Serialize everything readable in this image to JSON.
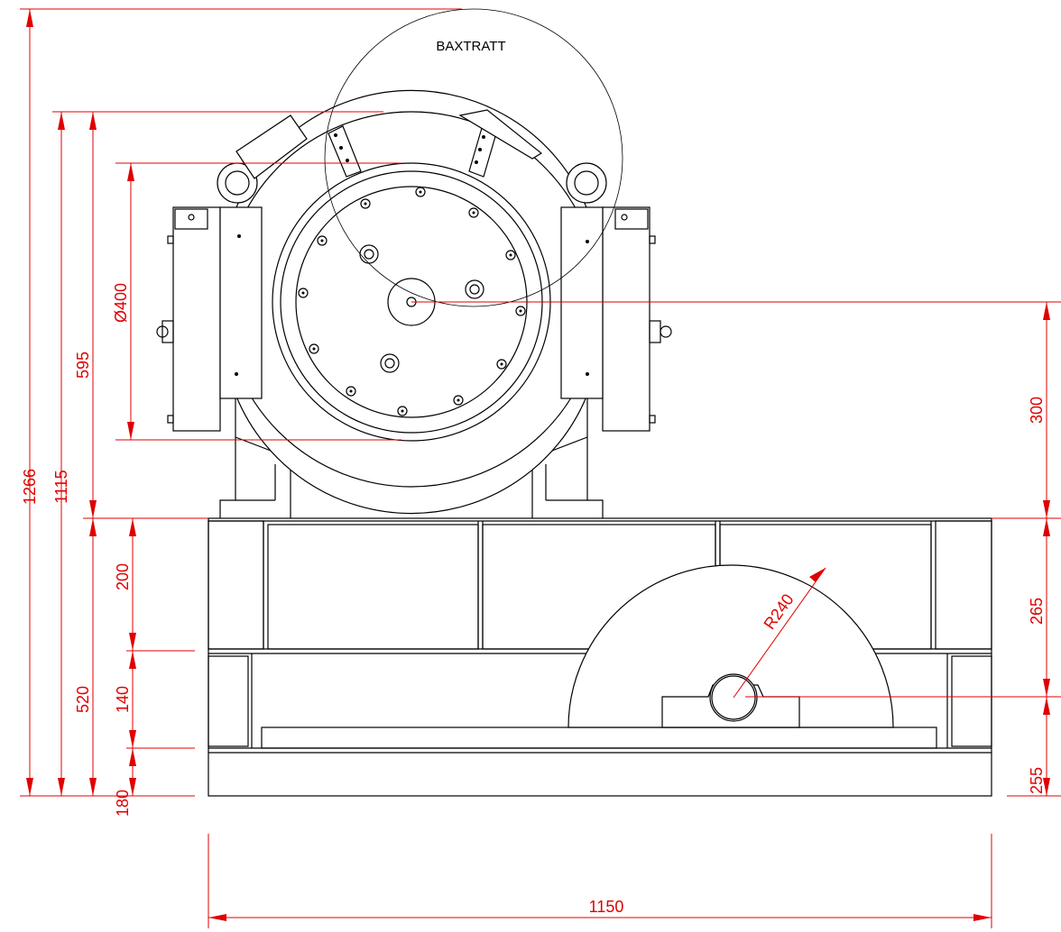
{
  "drawing": {
    "label": "BAXTRATT",
    "colors": {
      "dimension": "#e00000",
      "outline": "#000000",
      "background": "#ffffff"
    },
    "dimensions": {
      "overall_height": "1266",
      "machine_top_height": "1115",
      "machine_height": "595",
      "sheave_diameter": "Ø400",
      "base_height": "520",
      "base_top": "200",
      "base_mid": "140",
      "base_bottom": "180",
      "axis_offset": "300",
      "upper_frame": "265",
      "lower_frame": "255",
      "radius": "R240",
      "width": "1150"
    }
  }
}
